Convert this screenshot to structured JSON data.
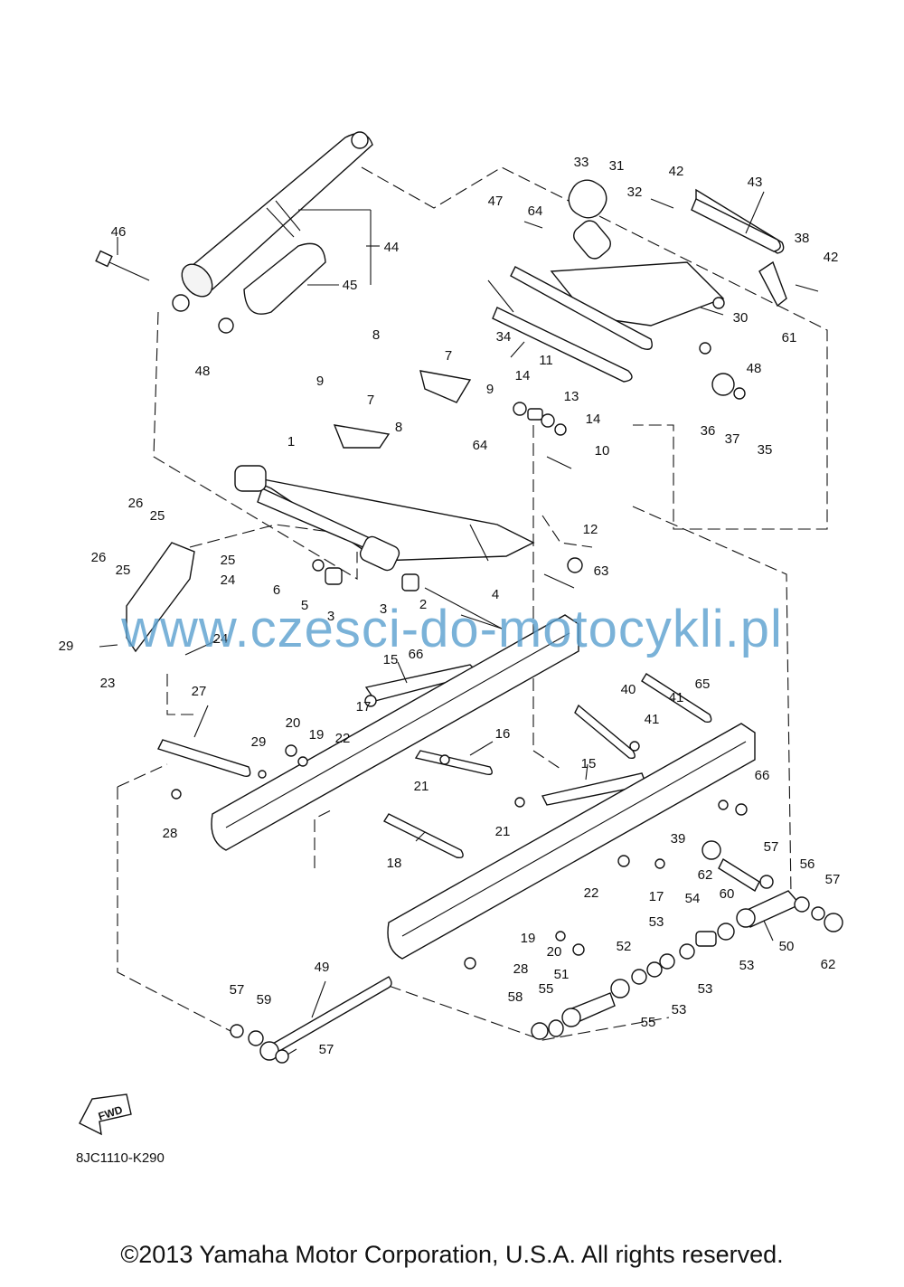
{
  "watermark": "www.czesci-do-motocykli.pl",
  "diagram_code": "8JC1110-K290",
  "copyright": "©2013 Yamaha Motor Corporation, U.S.A. All rights reserved.",
  "fwd_badge": "FWD",
  "callouts": [
    "1",
    "2",
    "3",
    "3",
    "4",
    "5",
    "6",
    "7",
    "7",
    "8",
    "8",
    "9",
    "9",
    "10",
    "11",
    "12",
    "13",
    "14",
    "14",
    "15",
    "15",
    "16",
    "17",
    "17",
    "18",
    "19",
    "19",
    "20",
    "20",
    "21",
    "21",
    "22",
    "22",
    "23",
    "24",
    "24",
    "25",
    "25",
    "25",
    "26",
    "26",
    "27",
    "28",
    "28",
    "29",
    "29",
    "30",
    "31",
    "32",
    "33",
    "34",
    "35",
    "36",
    "37",
    "38",
    "39",
    "40",
    "41",
    "41",
    "42",
    "42",
    "43",
    "44",
    "45",
    "46",
    "47",
    "48",
    "48",
    "49",
    "50",
    "51",
    "52",
    "53",
    "53",
    "53",
    "53",
    "54",
    "55",
    "55",
    "56",
    "57",
    "57",
    "57",
    "57",
    "58",
    "59",
    "60",
    "61",
    "62",
    "62",
    "63",
    "64",
    "64",
    "65",
    "66",
    "66"
  ]
}
